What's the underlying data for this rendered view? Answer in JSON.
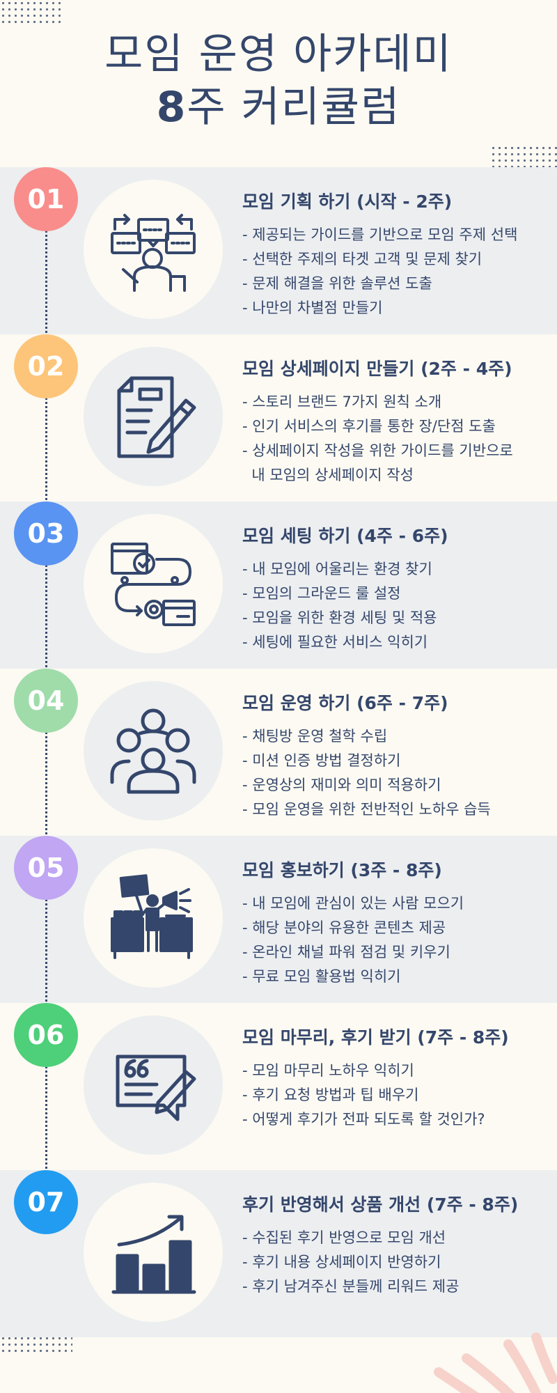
{
  "header": {
    "title_line1": "모임 운영 아카데미",
    "title_line2_num": "8",
    "title_line2_rest": "주 커리큘럼"
  },
  "colors": {
    "text": "#34466b",
    "shade": "#eceef0",
    "background": "#fcfaf2",
    "num01": "#f98d8b",
    "num02": "#fdc57a",
    "num03": "#5a94f2",
    "num04": "#9fdcaa",
    "num05": "#c0a6f3",
    "num06": "#4ecf79",
    "num07": "#229cf0"
  },
  "sections": [
    {
      "number": "01",
      "icon": "discussion-icon",
      "title": "모임 기획 하기 (시작 - 2주)",
      "bullets": [
        "- 제공되는 가이드를 기반으로 모임 주제 선택",
        "- 선택한 주제의 타겟 고객 및 문제 찾기",
        "- 문제 해결을 위한 솔루션 도출",
        "- 나만의 차별점 만들기"
      ]
    },
    {
      "number": "02",
      "icon": "document-pencil-icon",
      "title": "모임 상세페이지 만들기 (2주 - 4주)",
      "bullets": [
        "- 스토리 브랜드 7가지 원칙 소개",
        "- 인기 서비스의 후기를 통한 장/단점 도출",
        "- 상세페이지 작성을 위한 가이드를 기반으로",
        "  내 모임의 상세페이지 작성"
      ]
    },
    {
      "number": "03",
      "icon": "workflow-settings-icon",
      "title": "모임 세팅 하기 (4주 - 6주)",
      "bullets": [
        "- 내 모임에 어울리는 환경 찾기",
        "- 모임의 그라운드 룰 설정",
        "- 모임을 위한 환경 세팅 및 적용",
        "- 세팅에 필요한 서비스 익히기"
      ]
    },
    {
      "number": "04",
      "icon": "group-icon",
      "title": "모임 운영 하기 (6주 - 7주)",
      "bullets": [
        "- 채팅방 운영 철학 수립",
        "- 미션 인증 방법 결정하기",
        "- 운영상의 재미와 의미 적용하기",
        "- 모임 운영을 위한 전반적인 노하우 습득"
      ]
    },
    {
      "number": "05",
      "icon": "promotion-megaphone-icon",
      "title": "모임 홍보하기 (3주 - 8주)",
      "bullets": [
        "- 내 모임에 관심이 있는 사람 모으기",
        "- 해당 분야의 유용한 콘텐츠 제공",
        "- 온라인 채널 파워 점검 및 키우기",
        "- 무료 모임 활용법 익히기"
      ]
    },
    {
      "number": "06",
      "icon": "review-quote-icon",
      "title": "모임 마무리, 후기 받기 (7주 - 8주)",
      "bullets": [
        "- 모임 마무리 노하우 익히기",
        "- 후기 요청 방법과 팁 배우기",
        "- 어떻게 후기가 전파 되도록 할 것인가?"
      ]
    },
    {
      "number": "07",
      "icon": "growth-chart-icon",
      "title": "후기 반영해서 상품 개선 (7주 - 8주)",
      "bullets": [
        "- 수집된 후기 반영으로 모임 개선",
        "- 후기 내용 상세페이지 반영하기",
        "- 후기 남겨주신 분들께 리워드 제공"
      ]
    }
  ]
}
